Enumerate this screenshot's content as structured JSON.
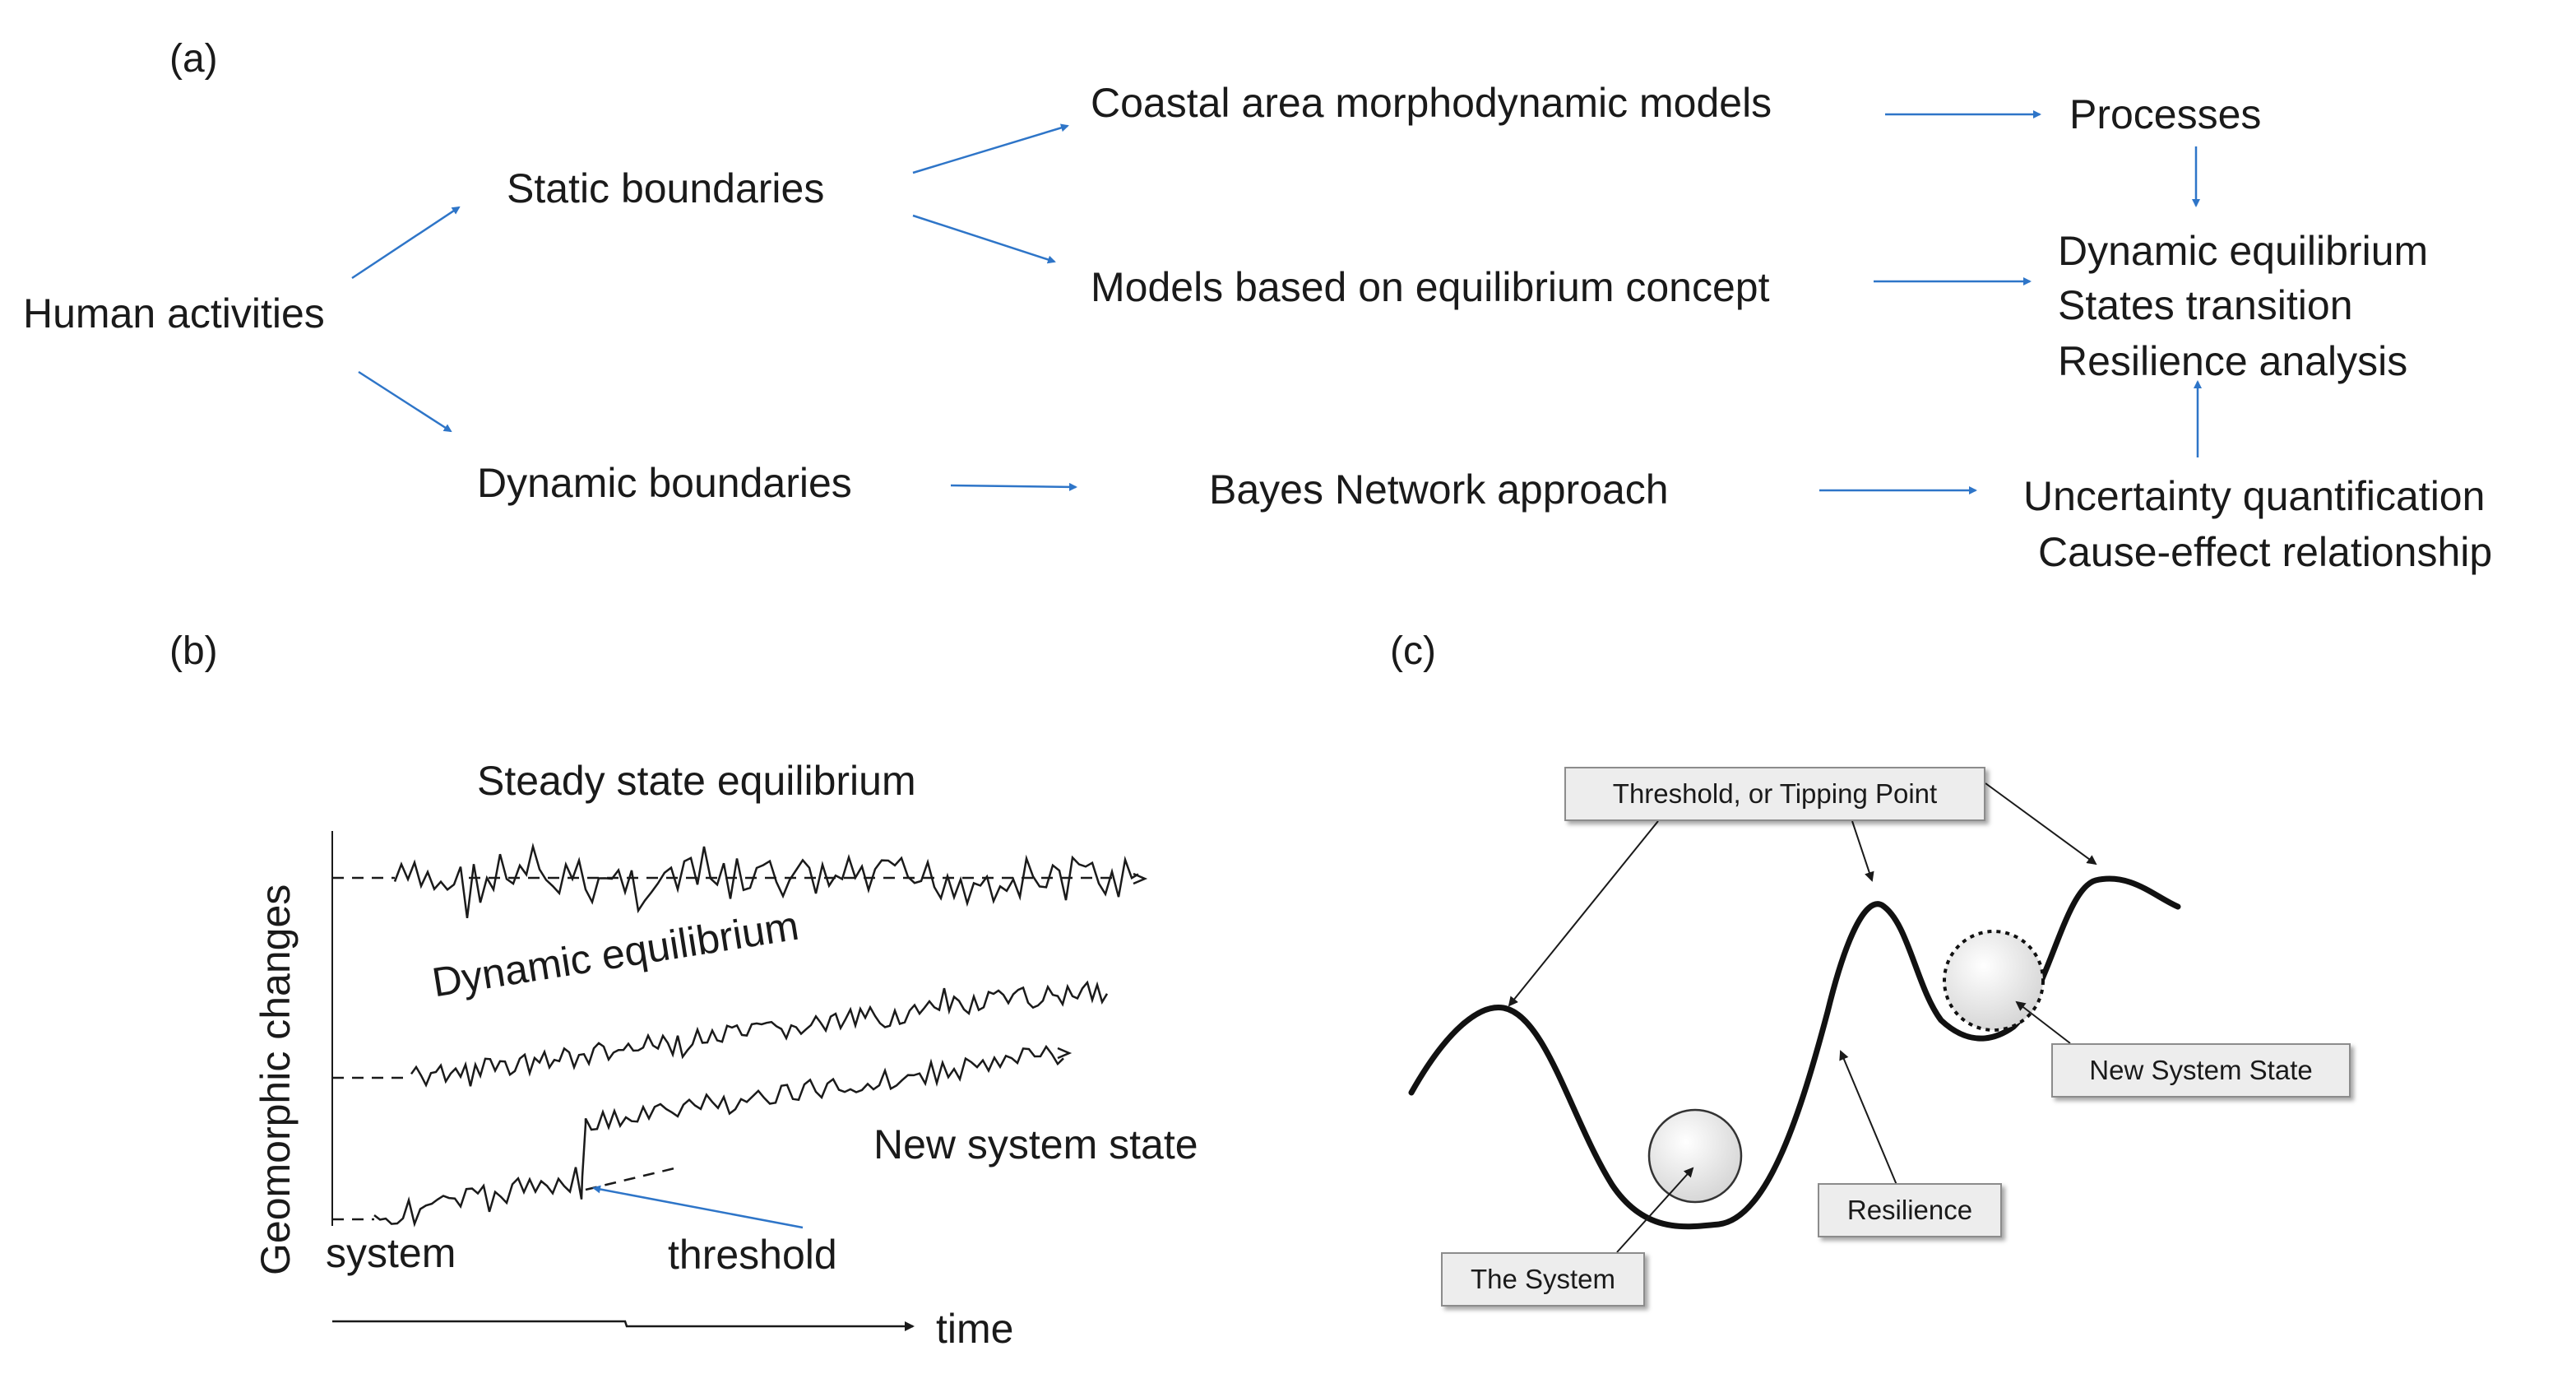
{
  "panel_a": {
    "label": "(a)",
    "human_activities": "Human activities",
    "static_boundaries": "Static boundaries",
    "dynamic_boundaries": "Dynamic boundaries",
    "coastal_models": "Coastal area morphodynamic models",
    "equilibrium_models": "Models based on equilibrium concept",
    "bayes": "Bayes Network approach",
    "processes": "Processes",
    "outcomes": [
      "Dynamic equilibrium",
      "States transition",
      "Resilience analysis"
    ],
    "uncertainty": "Uncertainty quantification",
    "cause_effect": "Cause-effect relationship"
  },
  "panel_b": {
    "label": "(b)",
    "steady": "Steady state equilibrium",
    "dynamic": "Dynamic equilibrium",
    "new_state": "New system state",
    "ylabel": "Geomorphic changes",
    "system": "system",
    "threshold": "threshold",
    "xlabel": "time"
  },
  "panel_c": {
    "label": "(c)",
    "tipping": "Threshold, or Tipping Point",
    "new_state": "New System State",
    "resilience": "Resilience",
    "system": "The System"
  },
  "colors": {
    "arrow_blue": "#2e75c8",
    "ink": "#1a1a1a",
    "box_fill": "#ededed"
  }
}
